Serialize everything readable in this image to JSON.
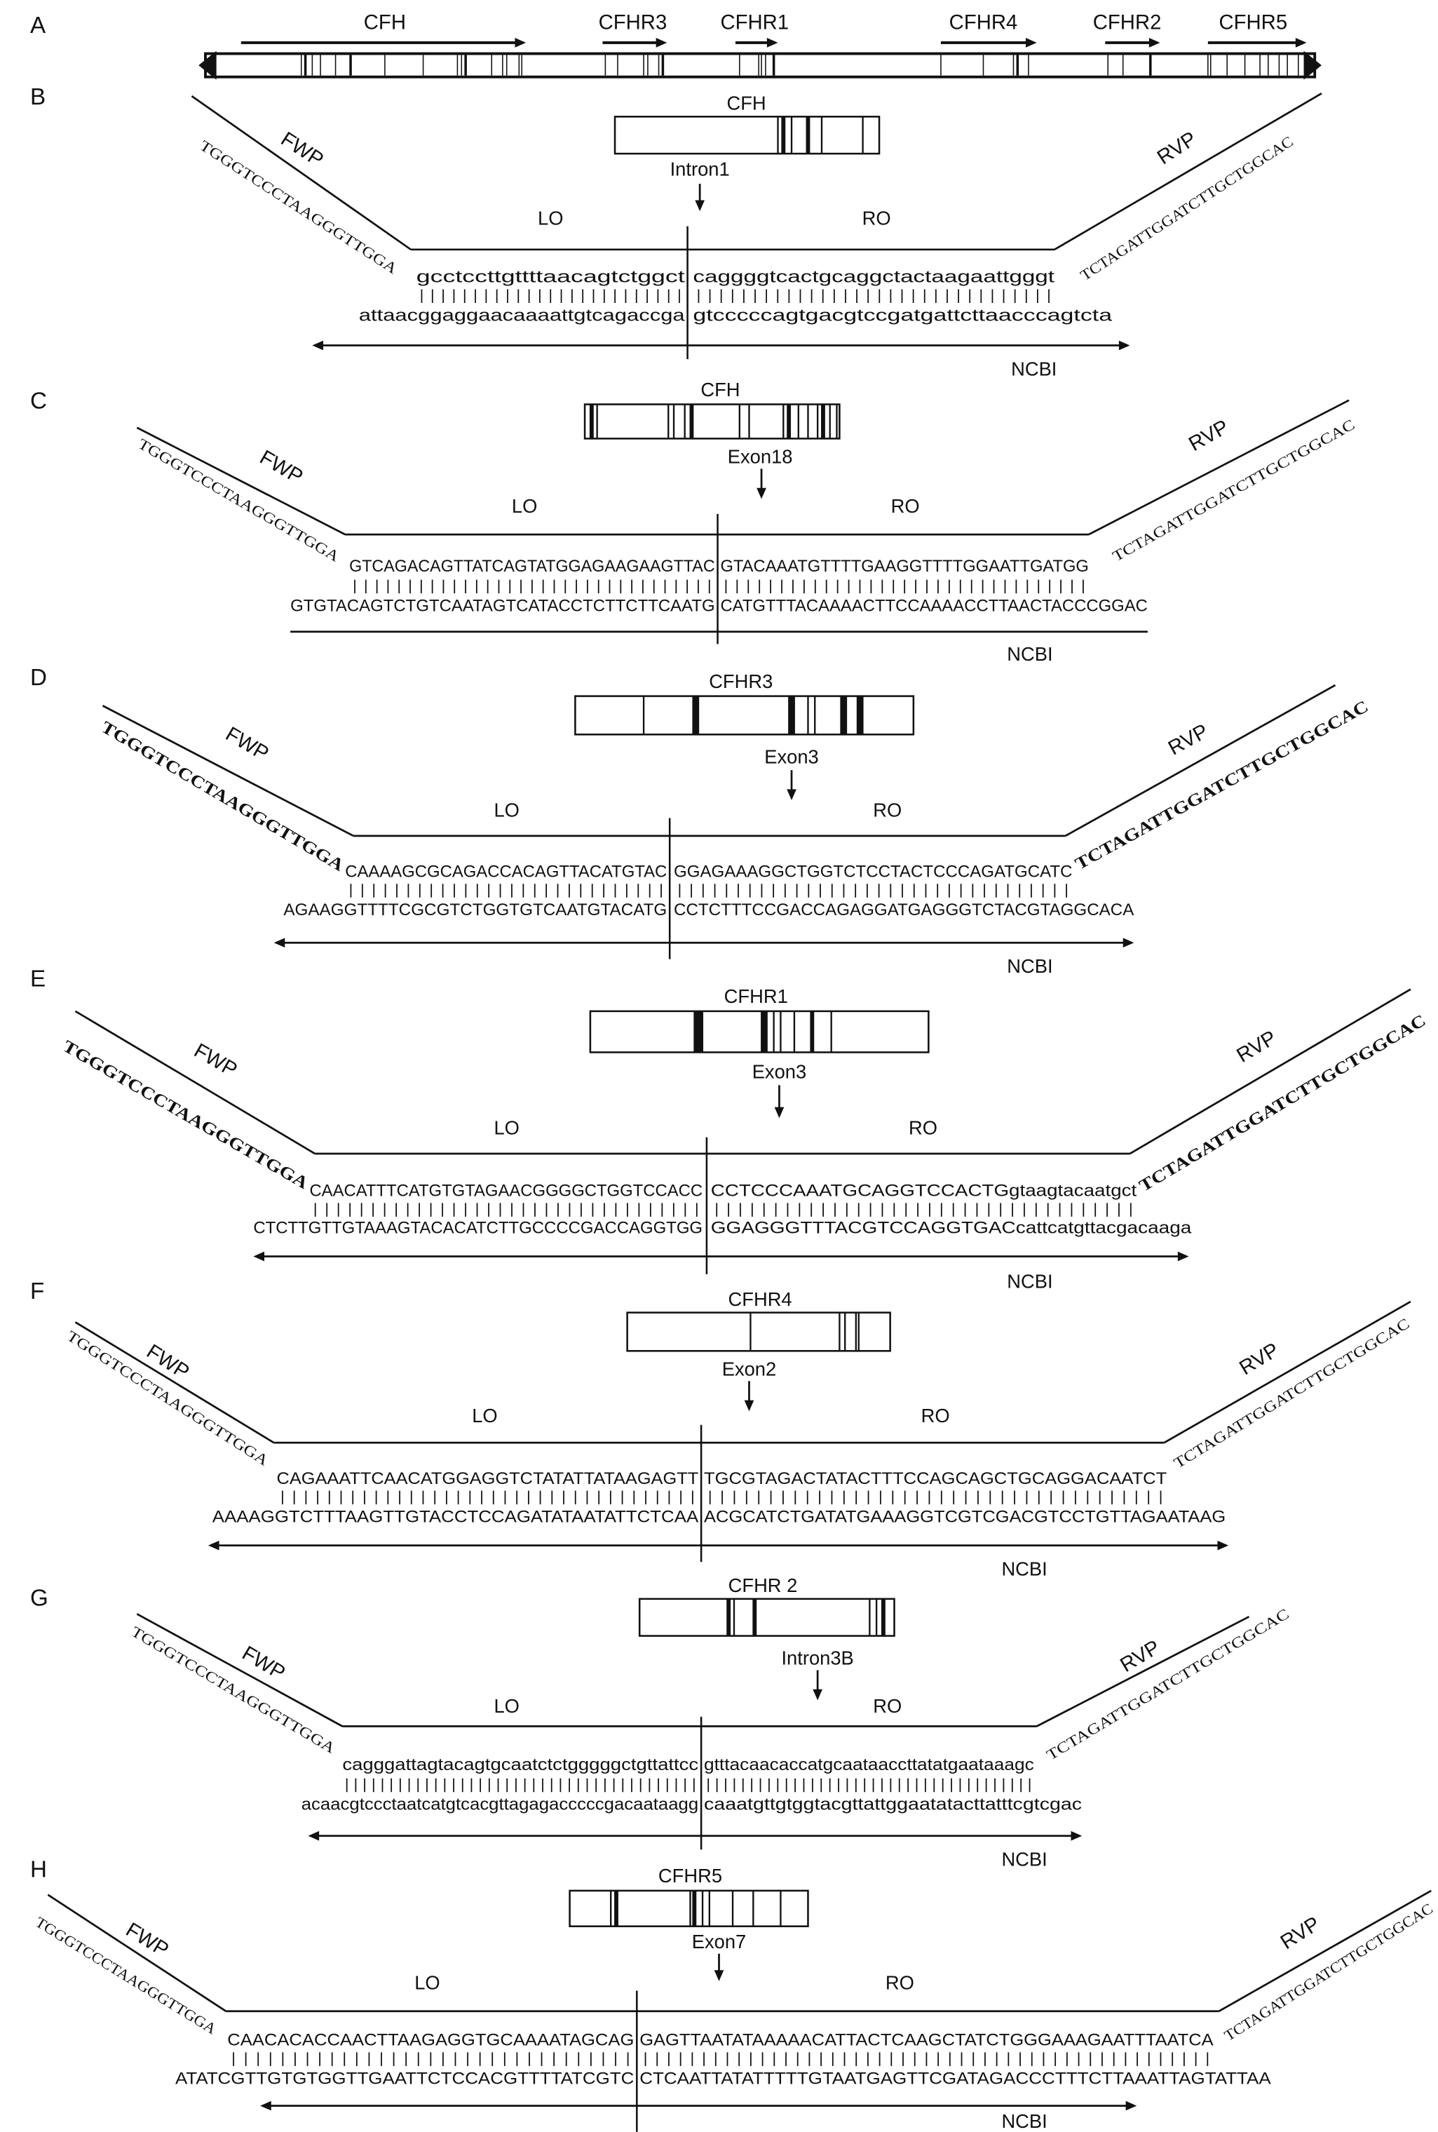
{
  "panel_a": {
    "letter": "A",
    "genes": [
      "CFH",
      "CFHR3",
      "CFHR1",
      "CFHR4",
      "CFHR2",
      "CFHR5"
    ]
  },
  "panels": [
    {
      "letter": "B",
      "gene": "CFH",
      "feature": "Intron1",
      "fwp_label": "FWP",
      "fwp_seq": "TGGGTCCCTAAGGGTTGGA",
      "rvp_label": "RVP",
      "rvp_seq": "TCTAGATTGGATCTTGCTGGCAC",
      "lo": "LO",
      "ro": "RO",
      "top_left": "gcctccttgttttaacagtctggct",
      "top_right": "caggggtcactgcaggctactaagaattgggt",
      "bottom_left": "attaacggaggaacaaaattgtcagaccga",
      "bottom_right": "gtcccccagtgacgtccgatgattcttaacccagtcta",
      "ncbi": "NCBI"
    },
    {
      "letter": "C",
      "gene": "CFH",
      "feature": "Exon18",
      "fwp_label": "FWP",
      "fwp_seq": "TGGGTCCCTAAGGGTTGGA",
      "rvp_label": "RVP",
      "rvp_seq": "TCTAGATTGGATCTTGCTGGCAC",
      "lo": "LO",
      "ro": "RO",
      "top_left": "GTCAGACAGTTATCAGTATGGAGAAGAAGTTAC",
      "top_right": "GTACAAATGTTTTGAAGGTTTTGGAATTGATGG",
      "bottom_left": "GTGTACAGTCTGTCAATAGTCATACCTCTTCTTCAATG",
      "bottom_right": "CATGTTTACAAAACTTCCAAAACCTTAACTACCCGGAC",
      "ncbi": "NCBI"
    },
    {
      "letter": "D",
      "gene": "CFHR3",
      "feature": "Exon3",
      "fwp_label": "FWP",
      "fwp_seq": "TGGGTCCCTAAGGGTTGGA",
      "rvp_label": "RVP",
      "rvp_seq": "TCTAGATTGGATCTTGCTGGCAC",
      "lo": "LO",
      "ro": "RO",
      "top_left": "CAAAAGCGCAGACCACAGTTACATGTAC",
      "top_right": "GGAGAAAGGCTGGTCTCCTACTCCCAGATGCATC",
      "bottom_left": "AGAAGGTTTTCGCGTCTGGTGTCAATGTACATG",
      "bottom_right": "CCTCTTTCCGACCAGAGGATGAGGGTCTACGTAGGCACA",
      "ncbi": "NCBI"
    },
    {
      "letter": "E",
      "gene": "CFHR1",
      "feature": "Exon3",
      "fwp_label": "FWP",
      "fwp_seq": "TGGGTCCCTAAGGGTTGGA",
      "rvp_label": "RVP",
      "rvp_seq": "TCTAGATTGGATCTTGCTGGCAC",
      "lo": "LO",
      "ro": "RO",
      "top_left": "CAACATTTCATGTGTAGAACGGGGCTGGTCCACC",
      "top_right": "CCTCCCAAATGCAGGTCCACTGgtaagtacaatgct",
      "bottom_left": "CTCTTGTTGTAAAGTACACATCTTGCCCCGACCAGGTGG",
      "bottom_right": "GGAGGGTTTACGTCCAGGTGACcattcatgttacgacaaga",
      "ncbi": "NCBI"
    },
    {
      "letter": "F",
      "gene": "CFHR4",
      "feature": "Exon2",
      "fwp_label": "FWP",
      "fwp_seq": "TGGGTCCCTAAGGGTTGGA",
      "rvp_label": "RVP",
      "rvp_seq": "TCTAGATTGGATCTTGCTGGCAC",
      "lo": "LO",
      "ro": "RO",
      "top_left": "CAGAAATTCAACATGGAGGTCTATATTATAAGAGTT",
      "top_right": "TGCGTAGACTATACTTTCCAGCAGCTGCAGGACAATCT",
      "bottom_left": "AAAAGGTCTTTAAGTTGTACCTCCAGATATAATATTCTCAA",
      "bottom_right": "ACGCATCTGATATGAAAGGTCGTCGACGTCCTGTTAGAATAAG",
      "ncbi": "NCBI"
    },
    {
      "letter": "G",
      "gene": "CFHR 2",
      "feature": "Intron3B",
      "fwp_label": "FWP",
      "fwp_seq": "TGGGTCCCTAAGGGTTGGA",
      "rvp_label": "RVP",
      "rvp_seq": "TCTAGATTGGATCTTGCTGGCAC",
      "lo": "LO",
      "ro": "RO",
      "top_left": "cagggattagtacagtgcaatctctgggggctgttattcc",
      "top_right": "gtttacaacaccatgcaataaccttatatgaataaagc",
      "bottom_left": "acaacgtccctaatcatgtcacgttagagacccccgacaataagg",
      "bottom_right": "caaatgttgtggtacgttattggaatatacttatttcgtcgac",
      "ncbi": "NCBI"
    },
    {
      "letter": "H",
      "gene": "CFHR5",
      "feature": "Exon7",
      "fwp_label": "FWP",
      "fwp_seq": "TGGGTCCCTAAGGGTTGGA",
      "rvp_label": "RVP",
      "rvp_seq": "TCTAGATTGGATCTTGCTGGCAC",
      "lo": "LO",
      "ro": "RO",
      "top_left": "CAACACACCAACTTAAGAGGTGCAAAATAGCAG",
      "top_right": "GAGTTAATATAAAAACATTACTCAAGCTATCTGGGAAAGAATTTAATCA",
      "bottom_left": "ATATCGTTGTGTGGTTGAATTCTCCACGTTTTATCGTC",
      "bottom_right": "CTCAATTATATTTTTGTAATGAGTTCGATAGACCCTTTCTTAAATTAGTATTAA",
      "ncbi": "NCBI"
    }
  ],
  "colors": {
    "ink": "#111111",
    "background": "#ffffff"
  }
}
